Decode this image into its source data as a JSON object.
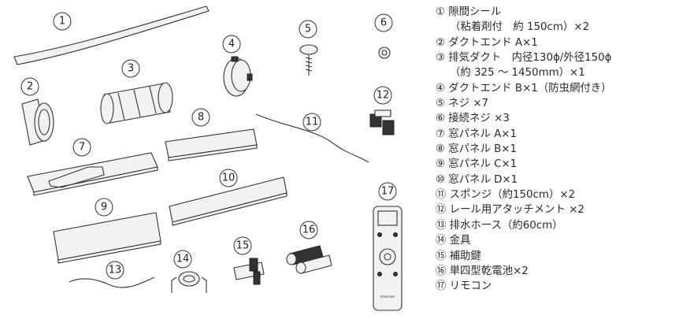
{
  "parts": [
    {
      "num": "①",
      "lines": [
        "隙間シール",
        "（粘着剤付　約 150cm）×2"
      ]
    },
    {
      "num": "②",
      "lines": [
        "ダクトエンド A×1"
      ]
    },
    {
      "num": "③",
      "lines": [
        "排気ダクト　内径130ɸ/外径150ɸ",
        "（約 325 ～ 1450mm）×1"
      ]
    },
    {
      "num": "④",
      "lines": [
        "ダクトエンド B×1（防虫網付き）"
      ]
    },
    {
      "num": "⑤",
      "lines": [
        "ネジ ×7"
      ]
    },
    {
      "num": "⑥",
      "lines": [
        "接続ネジ ×3"
      ]
    },
    {
      "num": "⑦",
      "lines": [
        "窓パネル A×1"
      ]
    },
    {
      "num": "⑧",
      "lines": [
        "窓パネル B×1"
      ]
    },
    {
      "num": "⑨",
      "lines": [
        "窓パネル C×1"
      ]
    },
    {
      "num": "⑩",
      "lines": [
        "窓パネル D×1"
      ]
    },
    {
      "num": "⑪",
      "lines": [
        "スポンジ（約150cm）×2"
      ]
    },
    {
      "num": "⑫",
      "lines": [
        "レール用アタッチメント ×2"
      ]
    },
    {
      "num": "⑬",
      "lines": [
        "排水ホース（約60cm）"
      ]
    },
    {
      "num": "⑭",
      "lines": [
        "金具"
      ]
    },
    {
      "num": "⑮",
      "lines": [
        "補助鍵"
      ]
    },
    {
      "num": "⑯",
      "lines": [
        "単四型乾電池×2"
      ]
    },
    {
      "num": "⑰",
      "lines": [
        "リモコン"
      ]
    }
  ],
  "illustration_labels": [
    "1",
    "2",
    "3",
    "4",
    "5",
    "6",
    "7",
    "8",
    "9",
    "10",
    "11",
    "12",
    "13",
    "14",
    "15",
    "16",
    "17"
  ],
  "remote_brand": "Hisense"
}
